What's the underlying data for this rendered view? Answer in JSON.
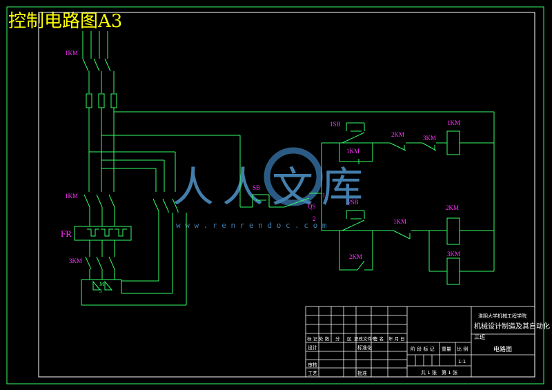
{
  "document": {
    "title": "控制电路图A3"
  },
  "labels": {
    "km1_top": "1KM",
    "km1_mid": "1KM",
    "km3_bot": "3KM",
    "fr": "FR",
    "sb1": "1SB",
    "sb2": "2SB",
    "sb": "SB",
    "qs": "QS",
    "n1": "1",
    "n2": "2",
    "km1_c1": "1KM",
    "km2_c1": "2KM",
    "km3_c1": "3KM",
    "coil_1km": "1KM",
    "km2_c2": "2KM",
    "km1_c2": "1KM",
    "coil_2km": "2KM",
    "coil_3km": "3KM",
    "motor_m": "M",
    "motor_3": "3"
  },
  "watermark": {
    "text": "人人文库",
    "url": "w w w . r e n r e n d o c . c o m"
  },
  "title_block": {
    "school": "淮阴大学机械工程学院",
    "major": "机械设计制造及其自动化",
    "class": "三班",
    "drawing_name": "电路图",
    "row_mark": "标 记 处 数",
    "row_mark2": "分",
    "row_mark3": "区",
    "row_mark4": "更改文件号",
    "row_mark5": "签 名",
    "row_mark6": "年 月 日",
    "design": "设计",
    "standard": "标准化",
    "review": "审核",
    "process": "工艺",
    "approve": "批准",
    "stage_mark": "阶 段 标 记",
    "weight": "重量",
    "scale": "比 例",
    "scale_value": "1:1",
    "sheets": "共 1 张",
    "sheet": "第 1 张"
  },
  "colors": {
    "background": "#000000",
    "border": "#ffffff",
    "wire": "#33ff66",
    "label": "#ff33ff",
    "title": "#ffff00",
    "watermark": "#5aa9e6"
  }
}
